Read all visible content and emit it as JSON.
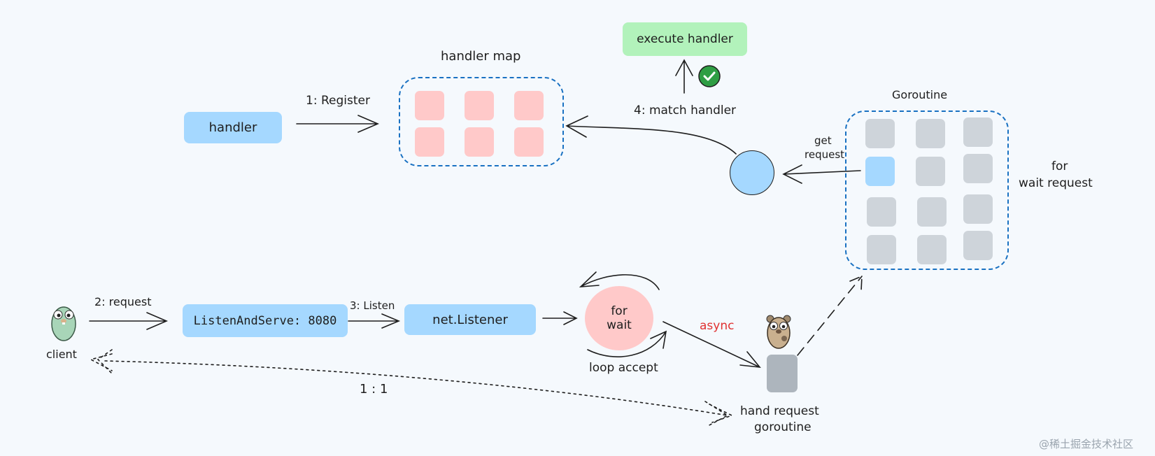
{
  "labels": {
    "handler_map_title": "handler map",
    "register": "1: Register",
    "handler": "handler",
    "execute_handler": "execute handler",
    "match_handler": "4: match handler",
    "goroutine_title": "Goroutine",
    "get_request_line1": "get",
    "get_request_line2": "request",
    "for_wait_request_line1": "for",
    "for_wait_request_line2": "wait request",
    "request": "2: request",
    "client": "client",
    "listen_and_serve": "ListenAndServe: 8080",
    "listen": "3: Listen",
    "net_listener": "net.Listener",
    "for_wait_line1": "for",
    "for_wait_line2": "wait",
    "loop_accept": "loop accept",
    "async": "async",
    "ratio": "1 : 1",
    "hand_request_line1": "hand request",
    "hand_request_line2": "goroutine",
    "watermark": "@稀土掘金技术社区"
  },
  "colors": {
    "blue_fill": "#a5d8ff",
    "pink_fill": "#ffc9c9",
    "grey_fill": "#ced4da",
    "green_fill": "#b2f2bb",
    "dashed_border": "#1971c2",
    "async_text": "#e03131",
    "check_green": "#2f9e44"
  },
  "icons": {
    "client_gopher": "gopher-icon",
    "async_gopher": "gopher-icon",
    "check": "check-icon"
  }
}
